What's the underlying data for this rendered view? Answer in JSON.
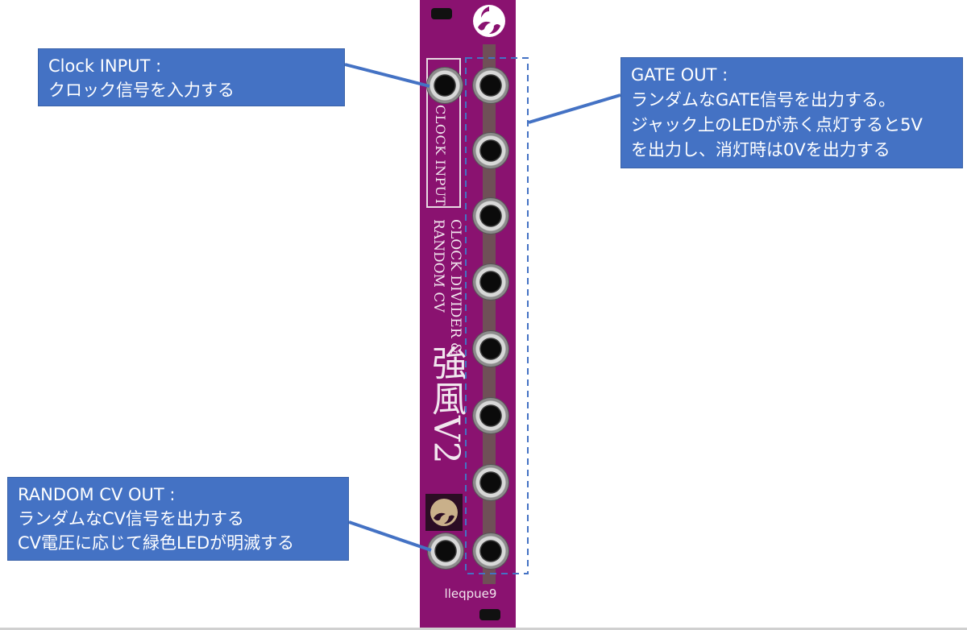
{
  "panel": {
    "vertical_label_clock": "CLOCK INPUT",
    "title_line1": "CLOCK DIVIDER &",
    "title_line2": "RANDOM CV",
    "title_kanji": "強風V2",
    "brand": "lleqpue9"
  },
  "callouts": {
    "clock": {
      "title": "Clock INPUT :",
      "line1": "クロック信号を入力する"
    },
    "gate": {
      "title": "GATE OUT :",
      "line1": "ランダムなGATE信号を出力する。",
      "line2": "ジャック上のLEDが赤く点灯すると5V",
      "line3": "を出力し、消灯時は0Vを出力する"
    },
    "random": {
      "title": "RANDOM CV OUT :",
      "line1": "ランダムなCV信号を出力する",
      "line2": "CV電圧に応じて緑色LEDが明滅する"
    }
  },
  "colors": {
    "panel": "#8a1270",
    "callout_bg": "#4472c4",
    "callout_line": "#4472c4",
    "dashed_box": "#4472c4"
  }
}
